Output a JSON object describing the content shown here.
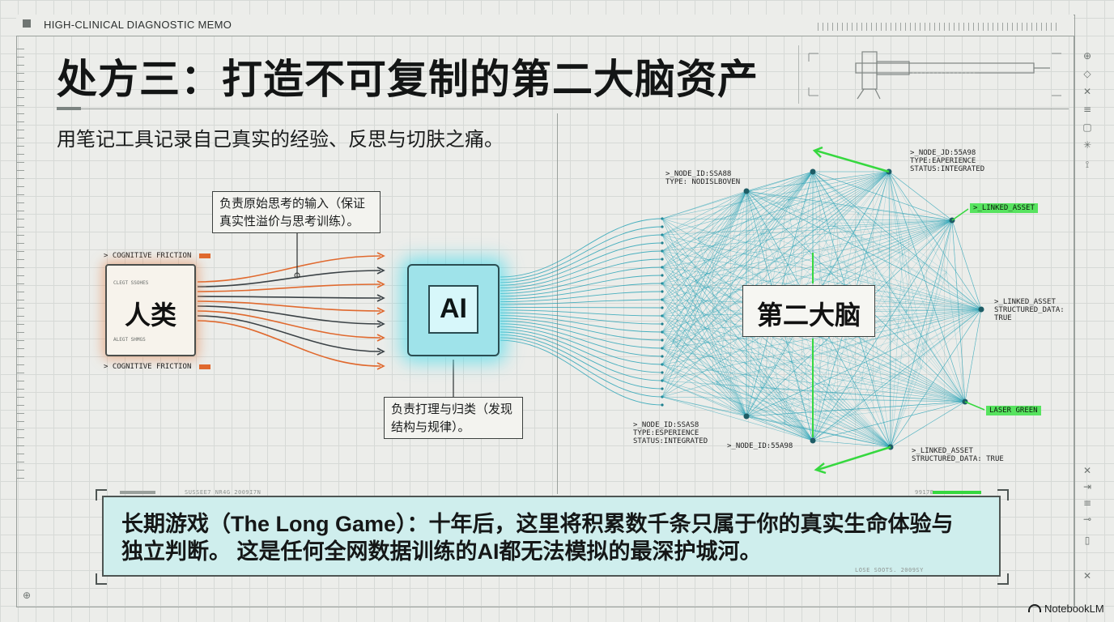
{
  "header": {
    "memo_label": "HIGH-CLINICAL DIAGNOSTIC MEMO"
  },
  "title": "处方三：打造不可复制的第二大脑资产",
  "subtitle": "用笔记工具记录自己真实的经验、反思与切肤之痛。",
  "human": {
    "label": "人类",
    "friction_top": "> COGNITIVE FRICTION",
    "friction_bottom": "> COGNITIVE FRICTION",
    "inner_top": "CLEGT SSOHES",
    "inner_bottom": "ALEGT SHMGS",
    "callout": "负责原始思考的输入（保证真实性溢价与思考训练）。"
  },
  "ai": {
    "label": "AI",
    "callout": "负责打理与归类（发现结构与规律）。"
  },
  "brain": {
    "label": "第二大脑",
    "node_tags": [
      {
        "line1": ">_NODE_ID:SSA88",
        "line2": "TYPE: NODISLBOVEN",
        "line3": ""
      },
      {
        "line1": ">_NODE_JD:55A98",
        "line2": "TYPE:EAPERIENCE",
        "line3": "STATUS:INTEGRATED"
      },
      {
        "line1": ">_LINKED_ASSET",
        "line2": "STRUCTURED_DATA:",
        "line3": "TRUE"
      },
      {
        "line1": ">_NODE_ID:SSAS8",
        "line2": "TYPE:ESPERIENCE",
        "line3": "STATUS:INTEGRATED"
      },
      {
        "line1": ">_NODE_ID:55A98",
        "line2": "",
        "line3": ""
      },
      {
        "line1": ">_LINKED_ASSET",
        "line2": "STRUCTURED_DATA: TRUE",
        "line3": ""
      }
    ],
    "green_tags": [
      ">_LINKED_ASSET",
      "LASER GREEN"
    ]
  },
  "banner": {
    "line1": "长期游戏（The Long Game）：十年后，这里将积累数千条只属于你的真实生命体验与",
    "line2": "独立判断。 这是任何全网数据训练的AI都无法模拟的最深护城河。",
    "mini_top_left": "SUSSEE7 NR4G 2009I7N",
    "mini_top_right": "9917B",
    "mini_bottom_right": "LOSE SOOTS. 2009SY"
  },
  "brand": "NotebookLM",
  "colors": {
    "orange": "#e0692e",
    "dark_line": "#3b4246",
    "cyan": "#2aa3b6",
    "green": "#36d83f",
    "banner_bg": "#cfeeed"
  },
  "icons": [
    "crosshair-icon",
    "caliper-icon",
    "ruler-icon",
    "sidebar-tool-icons"
  ]
}
